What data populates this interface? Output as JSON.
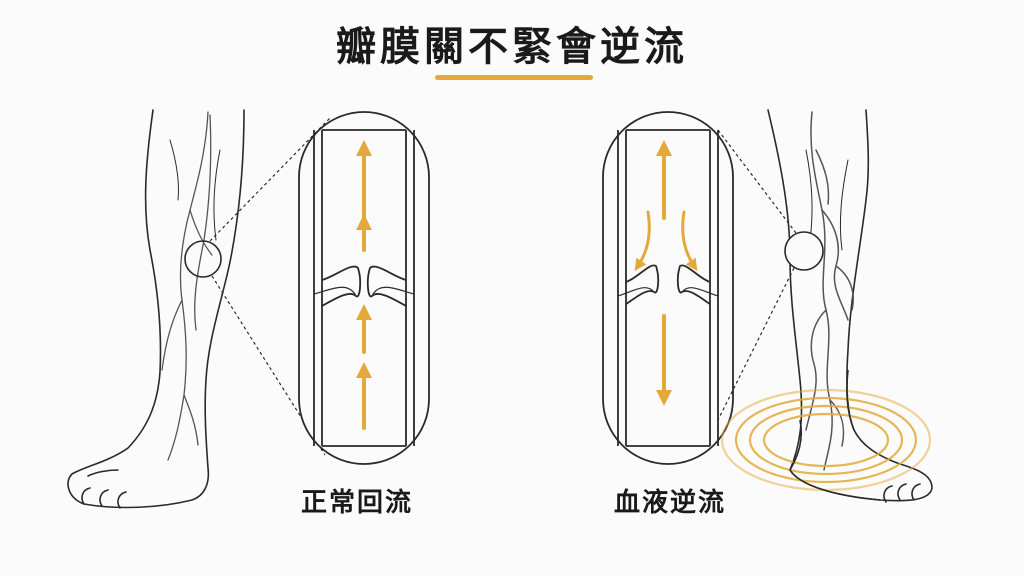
{
  "title": "瓣膜關不緊會逆流",
  "captions": {
    "normal": "正常回流",
    "reflux": "血液逆流"
  },
  "colors": {
    "accent": "#e3a93a",
    "line": "#2a2a2a",
    "background": "#fbfbfb"
  },
  "flow": {
    "normal": "up",
    "reflux": "down"
  }
}
